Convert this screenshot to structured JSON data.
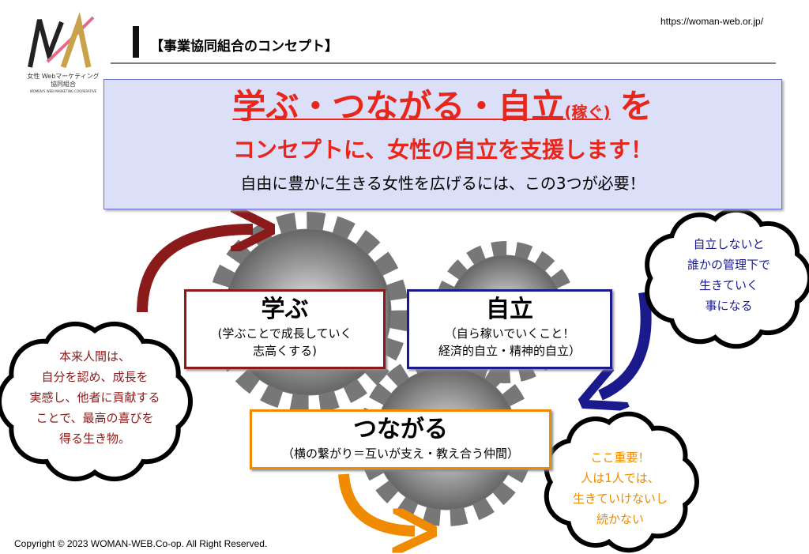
{
  "logo": {
    "text_jp": "女性 Webマーケティング 協同組合",
    "text_en": "WOMEN'S WEB MARKETING COOPERATIVE"
  },
  "header": {
    "title": "【事業協同組合のコンセプト】",
    "url": "https://woman-web.or.jp/"
  },
  "banner": {
    "line1_main": "学ぶ・つながる・自立",
    "line1_small": "(稼ぐ)",
    "line1_tail": "を",
    "line2": "コンセプトに、女性の自立を支援します！",
    "line3": "自由に豊かに生きる女性を広げるには、この3つが必要！"
  },
  "boxes": {
    "manabu": {
      "title": "学ぶ",
      "desc1": "(学ぶことで成長していく",
      "desc2": "志高くする)"
    },
    "jiritsu": {
      "title": "自立",
      "desc1": "（自ら稼いでいくこと！",
      "desc2": "経済的自立・精神的自立）"
    },
    "tsunagaru": {
      "title": "つながる",
      "desc1": "（横の繋がり＝互いが支え・教え合う仲間）"
    }
  },
  "clouds": {
    "left": [
      "本来人間は、",
      "自分を認め、成長を",
      "実感し、他者に貢献する",
      "ことで、最高の喜びを",
      "得る生き物。"
    ],
    "right_top": [
      "自立しないと",
      "誰かの管理下で",
      "生きていく",
      "事になる"
    ],
    "right_bottom": [
      "ここ重要！",
      "人は1人では、",
      "生きていけないし",
      "続かない"
    ]
  },
  "footer": {
    "copyright": "Copyright © 2023 WOMAN-WEB.Co-op.  All Right Reserved."
  },
  "colors": {
    "red": "#e8261c",
    "darkred": "#8b1a1a",
    "navy": "#1a1a8c",
    "orange": "#f08a00",
    "banner_bg": "#dcdff8"
  }
}
